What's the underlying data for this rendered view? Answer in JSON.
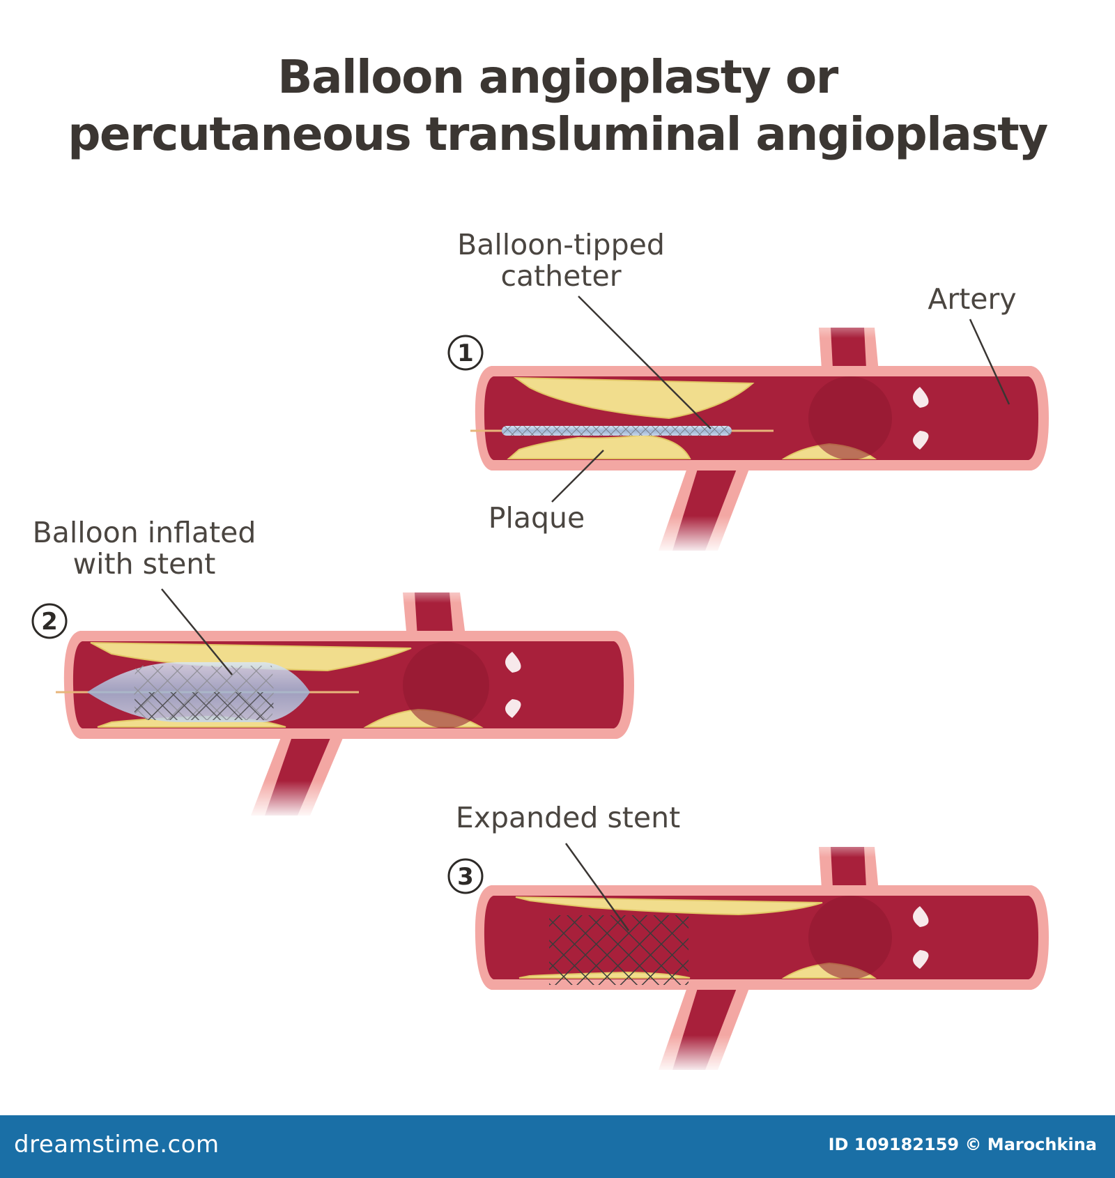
{
  "title": {
    "line1": "Balloon angioplasty or",
    "line2": "percutaneous transluminal angioplasty"
  },
  "steps": [
    {
      "number": "1"
    },
    {
      "number": "2"
    },
    {
      "number": "3"
    }
  ],
  "labels": {
    "catheter_line1": "Balloon-tipped",
    "catheter_line2": "catheter",
    "artery": "Artery",
    "plaque": "Plaque",
    "balloon_line1": "Balloon inflated",
    "balloon_line2": "with stent",
    "expanded_stent": "Expanded stent"
  },
  "footer": {
    "site": "dreamstime.com",
    "credit": "ID 109182159 © Marochkina"
  },
  "colors": {
    "artery_wall": "#f3a7a3",
    "lumen": "#a8203b",
    "plaque": "#f1dd8d",
    "footer_bar": "#1a6fa6"
  }
}
